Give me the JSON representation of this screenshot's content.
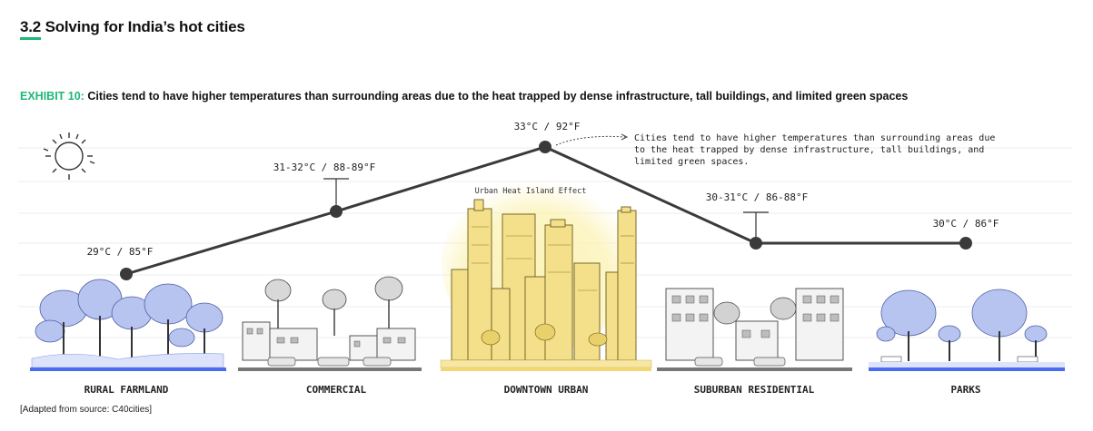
{
  "section": {
    "number": "3.2",
    "title": "Solving for India’s hot cities"
  },
  "exhibit": {
    "tag": "EXHIBIT 10:",
    "caption": "Cities tend to have higher temperatures than surrounding areas due to the heat trapped by dense infrastructure, tall buildings, and limited green spaces"
  },
  "points": [
    {
      "temp": "29°C / 85°F",
      "zone": "RURAL FARMLAND"
    },
    {
      "temp": "31-32°C / 88-89°F",
      "zone": "COMMERCIAL"
    },
    {
      "temp": "33°C / 92°F",
      "zone": "DOWNTOWN URBAN"
    },
    {
      "temp": "30-31°C / 86-88°F",
      "zone": "SUBURBAN RESIDENTIAL"
    },
    {
      "temp": "30°C / 86°F",
      "zone": "PARKS"
    }
  ],
  "annotation": [
    "Cities tend to have higher temperatures than surrounding areas due",
    "to the heat trapped by dense infrastructure, tall buildings, and",
    "limited green spaces."
  ],
  "heat_island_label": "Urban Heat Island Effect",
  "source": "[Adapted from source: C40cities]",
  "colors": {
    "accent": "#1db87a",
    "line": "#3a3a3a",
    "ground_blue": "#4a6cf0",
    "ground_yellow": "#f2d774",
    "ground_gray": "#777777",
    "glow": "#fbf3b8"
  },
  "icons": [
    "sun-icon"
  ]
}
